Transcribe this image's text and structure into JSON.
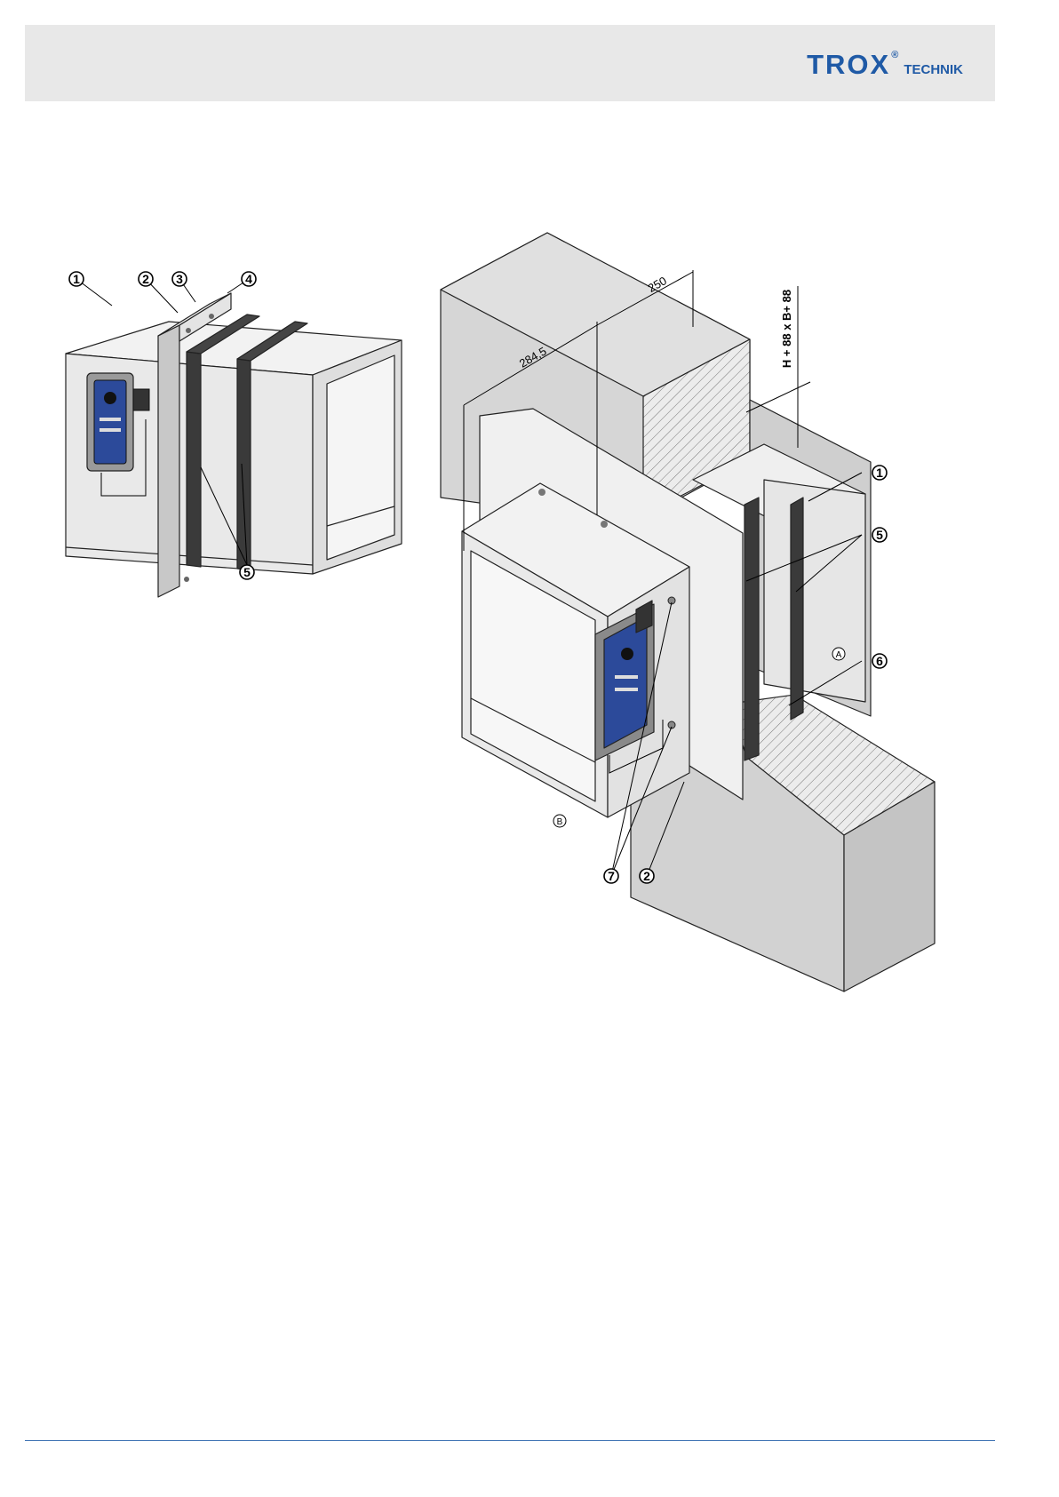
{
  "brand": {
    "name": "TROX",
    "registered": "®",
    "suffix": "TECHNIK",
    "color": "#1f5aa6"
  },
  "figure_left": {
    "callouts": [
      "1",
      "2",
      "3",
      "4",
      "5"
    ]
  },
  "figure_right": {
    "dimensions": {
      "depth": "250",
      "offset": "284,5",
      "opening": "H + 88 x B+ 88"
    },
    "callouts": [
      "1",
      "5",
      "6",
      "7",
      "2"
    ],
    "letter_marks": [
      "A",
      "B"
    ]
  },
  "colors": {
    "footer_line": "#3f73b3",
    "header_bg": "#e8e8e8",
    "actuator": "#2c4a9a",
    "body": "#e9e9e9",
    "wall": "#d6d6d6",
    "seal": "#3a3a3a"
  }
}
